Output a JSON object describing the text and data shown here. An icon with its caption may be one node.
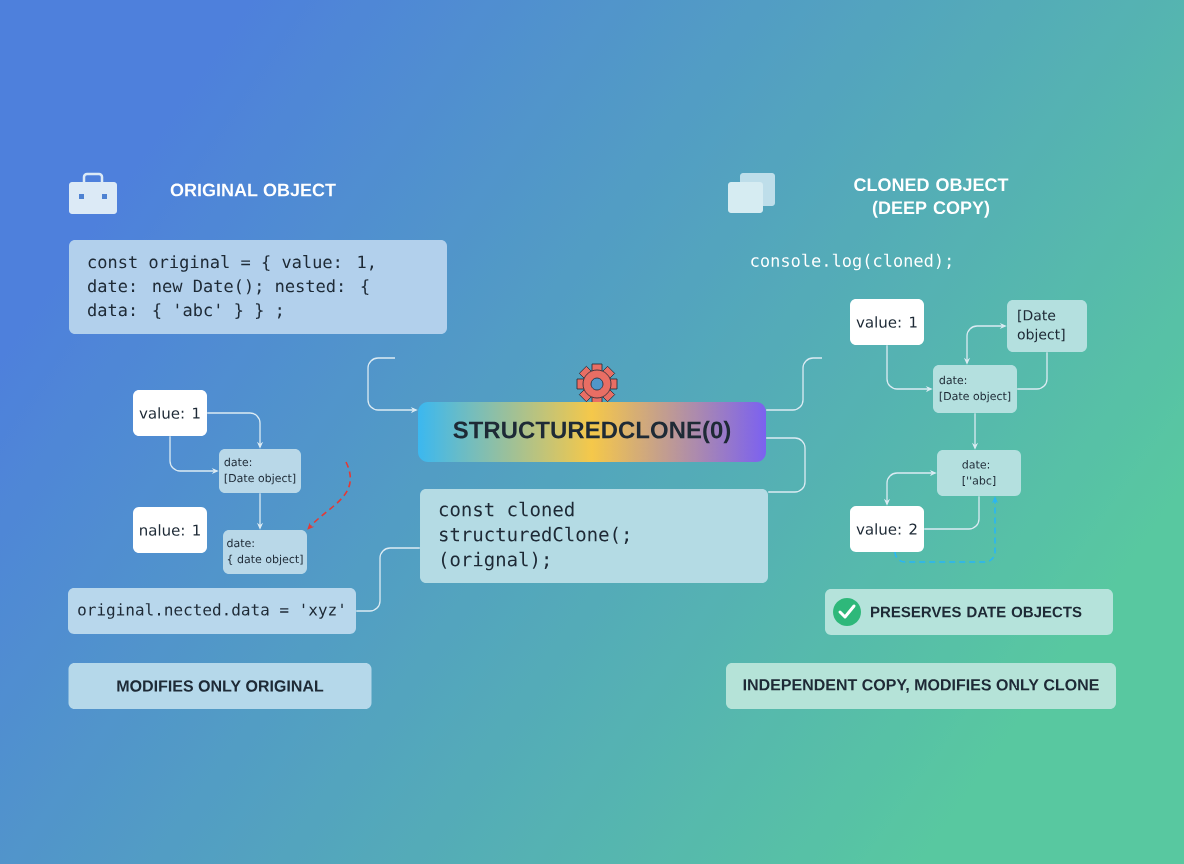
{
  "diagram": {
    "nodes": [
      {
        "text": [
          "const original = { value: 1, date: new Date(); nested: { data: { 'abc' } } ;"
        ]
      },
      {
        "text": [
          "value: 1"
        ]
      },
      {
        "text": [
          "date:",
          "[Date object]"
        ]
      },
      {
        "text": [
          "nalue: 1"
        ]
      },
      {
        "text": [
          "date:",
          "{ date object]"
        ]
      },
      {
        "text": [
          "original.nected.data = 'xyz'"
        ]
      },
      {
        "text": [
          "MODIFIES ONLY ORIGINAL"
        ]
      },
      {
        "text": [
          "STRUCTUREDCLONE(0)"
        ]
      },
      {
        "text": [
          "const cloned structuredClone(; (orignal);"
        ]
      },
      {
        "text": [
          "value: 1"
        ]
      },
      {
        "text": [
          "[Date object]"
        ]
      },
      {
        "text": [
          "date:",
          "[Date object]"
        ]
      },
      {
        "text": [
          "date:",
          "[''abc]"
        ]
      },
      {
        "text": [
          "value: 2"
        ]
      },
      {
        "text": [
          "PRESERVES DATE OBJECTS"
        ]
      },
      {
        "text": [
          "INDEPENDENT COPY, MODIFIES ONLY CLONE"
        ]
      }
    ],
    "edges": [
      {
        "from": 1,
        "to": 2,
        "arrow": "to"
      },
      {
        "from": 1,
        "to": 2,
        "arrow": "to"
      },
      {
        "from": 2,
        "to": 4,
        "arrow": "to"
      },
      {
        "from": null,
        "to": 4,
        "arrow": "to",
        "style": "dashed",
        "color": "#e53935"
      },
      {
        "from": null,
        "to": 7,
        "arrow": "to"
      },
      {
        "from": 5,
        "to": 8,
        "arrow": "none"
      },
      {
        "from": 7,
        "to": 8,
        "arrow": "none"
      },
      {
        "from": 7,
        "to": null,
        "arrow": "none"
      },
      {
        "from": 9,
        "to": 11,
        "arrow": "to"
      },
      {
        "from": 11,
        "to": 10,
        "arrow": "both"
      },
      {
        "from": 10,
        "to": 11,
        "arrow": "none"
      },
      {
        "from": 11,
        "to": 12,
        "arrow": "to"
      },
      {
        "from": 12,
        "to": 13,
        "arrow": "both"
      },
      {
        "from": 13,
        "to": 12,
        "arrow": "none"
      },
      {
        "from": 13,
        "to": 12,
        "arrow": "to",
        "style": "dashed",
        "color": "#29b6f6"
      }
    ],
    "labels": [
      "ORIGINAL OBJECT",
      "CLONED OBJECT (DEEP COPY)",
      "console.log(cloned);"
    ]
  }
}
